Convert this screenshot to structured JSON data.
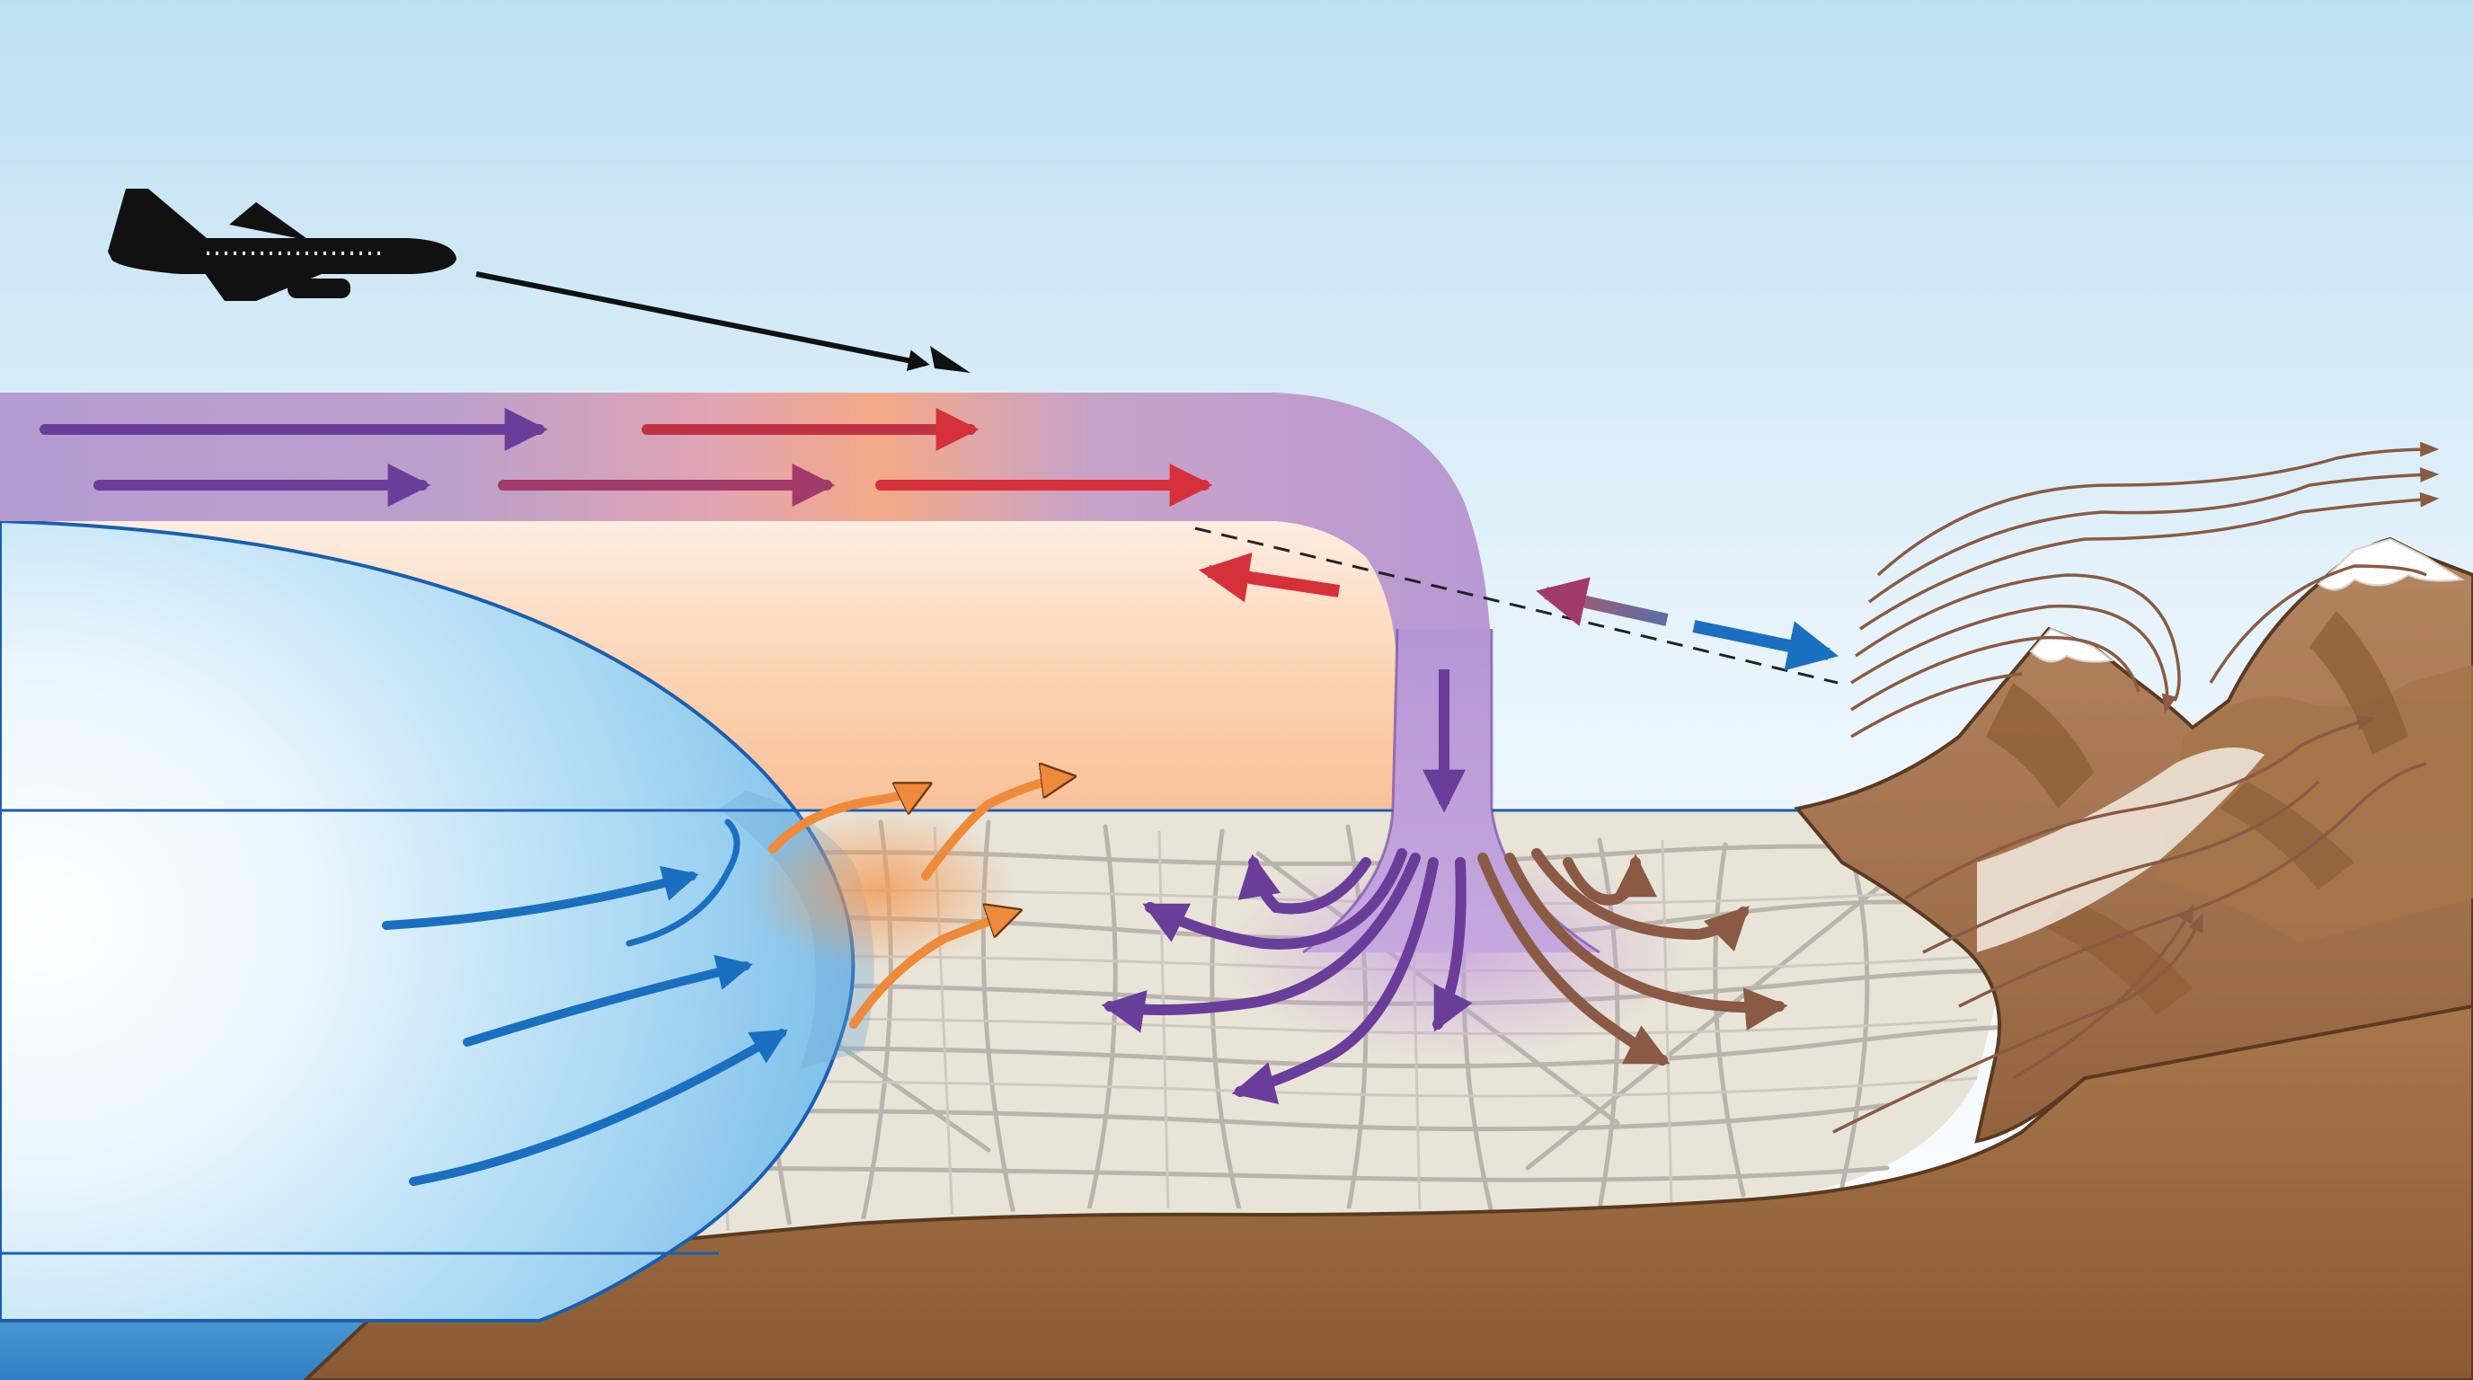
{
  "diagram": {
    "kind": "atmospheric-flow-illustration",
    "text_labels": [],
    "colors": {
      "sky_top": "#bfe0f3",
      "sky_bottom": "#ffffff",
      "upper_jet_stream": "#b59ad0",
      "warm_layer": "#f9c6a0",
      "marine_layer": "#8cc8ef",
      "ocean": "#3f8fcf",
      "city_ground": "#e8e2d6",
      "road_grid": "#b8b4ad",
      "earth": "#9a6a40",
      "mountain": "#a87a50",
      "snow": "#ffffff",
      "purple_arrow": "#6b3d9a",
      "red_arrow": "#d6303a",
      "orange_arrow": "#ef8a3a",
      "blue_arrow": "#1a6fc0",
      "brown_arrow": "#8a5a44",
      "aircraft": "#111111"
    },
    "elements": [
      {
        "name": "sky-background"
      },
      {
        "name": "ocean-water"
      },
      {
        "name": "marine-layer-dome"
      },
      {
        "name": "warm-air-layer"
      },
      {
        "name": "city-road-grid"
      },
      {
        "name": "ground-cross-section"
      },
      {
        "name": "mountain-range"
      },
      {
        "name": "upper-level-jet-band"
      },
      {
        "name": "descending-downdraft-column"
      },
      {
        "name": "aircraft-silhouette"
      },
      {
        "name": "aircraft-heading-arrow"
      },
      {
        "name": "jet-flow-arrows"
      },
      {
        "name": "onshore-sea-breeze-arrows"
      },
      {
        "name": "rising-warm-air-arrows"
      },
      {
        "name": "outflow-spread-arrows"
      },
      {
        "name": "cross-section-dashed-line"
      },
      {
        "name": "bidirectional-flow-arrows"
      },
      {
        "name": "orographic-flow-lines"
      }
    ]
  }
}
